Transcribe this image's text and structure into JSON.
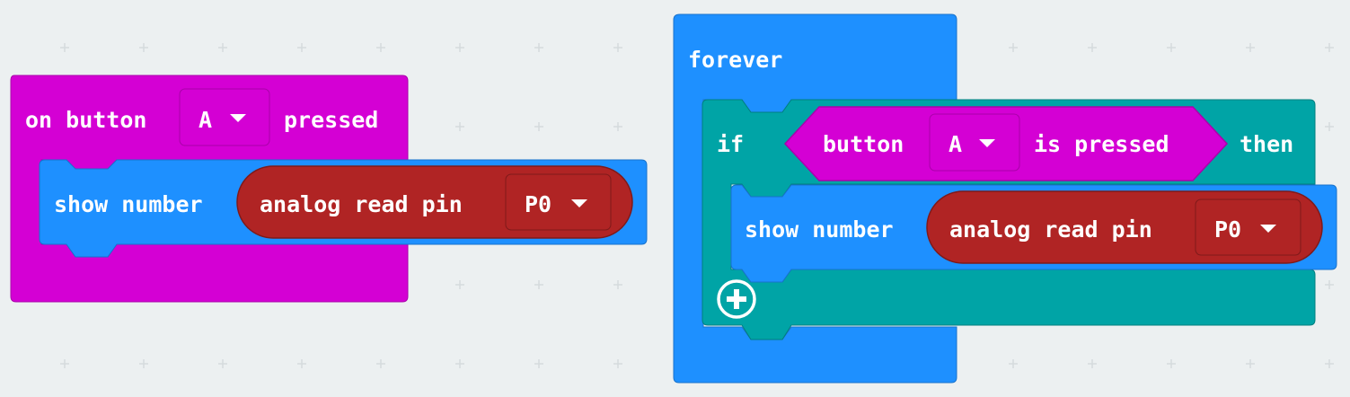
{
  "colors": {
    "background": "#ecf0f1",
    "event_block": "#d400d4",
    "loop_block": "#1e90ff",
    "logic_block": "#00a4a6",
    "pin_block": "#b02424",
    "dropdown_text": "#ffffff"
  },
  "blocks": {
    "on_button": {
      "prefix": "on button",
      "button": "A",
      "suffix": "pressed",
      "show_number": {
        "label": "show number",
        "reporter": {
          "label": "analog read pin",
          "pin": "P0"
        }
      }
    },
    "forever": {
      "label": "forever",
      "if_block": {
        "if_label": "if",
        "then_label": "then",
        "condition": {
          "prefix": "button",
          "button": "A",
          "suffix": "is pressed"
        },
        "show_number": {
          "label": "show number",
          "reporter": {
            "label": "analog read pin",
            "pin": "P0"
          }
        },
        "add_icon": "plus-circle-icon"
      }
    }
  }
}
